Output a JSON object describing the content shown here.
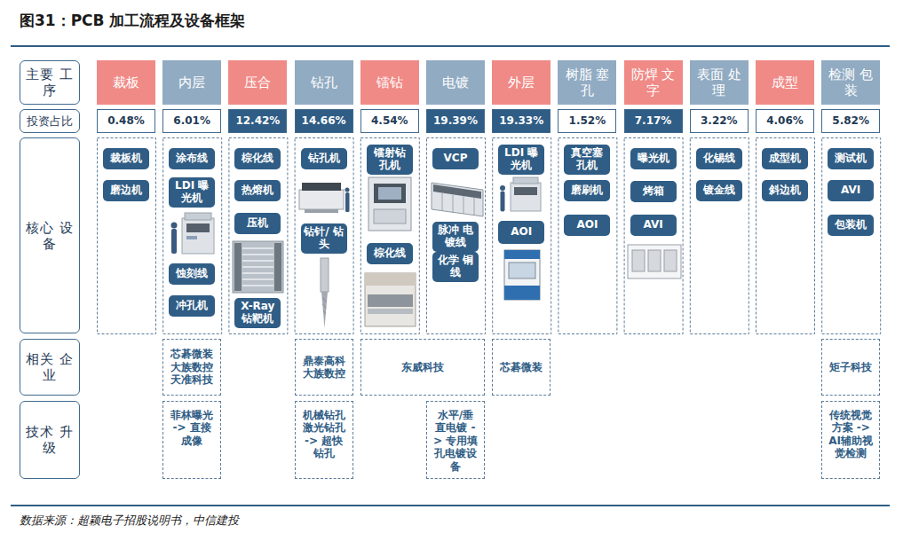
{
  "diagram": {
    "title": "图31：PCB 加工流程及设备框架",
    "caption": "数据来源：超颖电子招股说明书，中信建投",
    "nodes": [
      {
        "text": [
          "主要 工序"
        ]
      },
      {
        "text": [
          "裁板"
        ]
      },
      {
        "text": [
          "内层"
        ]
      },
      {
        "text": [
          "压合"
        ]
      },
      {
        "text": [
          "钻孔"
        ]
      },
      {
        "text": [
          "镭钻"
        ]
      },
      {
        "text": [
          "电镀"
        ]
      },
      {
        "text": [
          "外层"
        ]
      },
      {
        "text": [
          "树脂 塞孔"
        ]
      },
      {
        "text": [
          "防焊 文字"
        ]
      },
      {
        "text": [
          "表面 处理"
        ]
      },
      {
        "text": [
          "成型"
        ]
      },
      {
        "text": [
          "检测 包装"
        ]
      },
      {
        "text": [
          "投资占比"
        ]
      },
      {
        "text": [
          "0.48%"
        ]
      },
      {
        "text": [
          "6.01%"
        ]
      },
      {
        "text": [
          "12.42%"
        ]
      },
      {
        "text": [
          "14.66%"
        ]
      },
      {
        "text": [
          "4.54%"
        ]
      },
      {
        "text": [
          "19.39%"
        ]
      },
      {
        "text": [
          "19.33%"
        ]
      },
      {
        "text": [
          "1.52%"
        ]
      },
      {
        "text": [
          "7.17%"
        ]
      },
      {
        "text": [
          "3.22%"
        ]
      },
      {
        "text": [
          "4.06%"
        ]
      },
      {
        "text": [
          "5.82%"
        ]
      },
      {
        "text": [
          "核心 设备"
        ]
      },
      {
        "text": [
          "裁板机"
        ]
      },
      {
        "text": [
          "磨边机"
        ]
      },
      {
        "text": [
          "涂布线"
        ]
      },
      {
        "text": [
          "LDI 曝光机"
        ]
      },
      {
        "text": [
          "蚀刻线"
        ]
      },
      {
        "text": [
          "冲孔机"
        ]
      },
      {
        "text": [
          "棕化线"
        ]
      },
      {
        "text": [
          "热熔机"
        ]
      },
      {
        "text": [
          "压机"
        ]
      },
      {
        "text": [
          "X-Ray 钻靶机"
        ]
      },
      {
        "text": [
          "钻孔机"
        ]
      },
      {
        "text": [
          "钻针/ 钻头"
        ]
      },
      {
        "text": [
          "镭射钻 孔机"
        ]
      },
      {
        "text": [
          "棕化线"
        ]
      },
      {
        "text": [
          "VCP"
        ]
      },
      {
        "text": [
          "脉冲 电镀线"
        ]
      },
      {
        "text": [
          "化学 铜线"
        ]
      },
      {
        "text": [
          "LDI 曝光机"
        ]
      },
      {
        "text": [
          "AOI"
        ]
      },
      {
        "text": [
          "真空塞 孔机"
        ]
      },
      {
        "text": [
          "磨刷机"
        ]
      },
      {
        "text": [
          "AOI"
        ]
      },
      {
        "text": [
          "曝光机"
        ]
      },
      {
        "text": [
          "烤箱"
        ]
      },
      {
        "text": [
          "AVI"
        ]
      },
      {
        "text": [
          "化锡线"
        ]
      },
      {
        "text": [
          "镀金线"
        ]
      },
      {
        "text": [
          "成型机"
        ]
      },
      {
        "text": [
          "斜边机"
        ]
      },
      {
        "text": [
          "测试机"
        ]
      },
      {
        "text": [
          "AVI"
        ]
      },
      {
        "text": [
          "包装机"
        ]
      },
      {
        "text": [
          "相关 企业"
        ]
      },
      {
        "text": [
          "芯碁微装 大族数控 天准科技"
        ]
      },
      {
        "text": [
          "鼎泰高科 大族数控"
        ]
      },
      {
        "text": [
          "东威科技"
        ]
      },
      {
        "text": [
          "芯碁微装"
        ]
      },
      {
        "text": [
          "矩子科技"
        ]
      },
      {
        "text": [
          "技术 升级"
        ]
      },
      {
        "text": [
          "菲林曝光 -> 直接成像"
        ]
      },
      {
        "text": [
          "机械钻孔 激光钻孔 -> 超快钻孔"
        ]
      },
      {
        "text": [
          "水平/垂直电镀 -> 专用填孔电镀设备"
        ]
      },
      {
        "text": [
          "传统视觉方案 -> AI辅助视觉检测"
        ]
      }
    ]
  }
}
